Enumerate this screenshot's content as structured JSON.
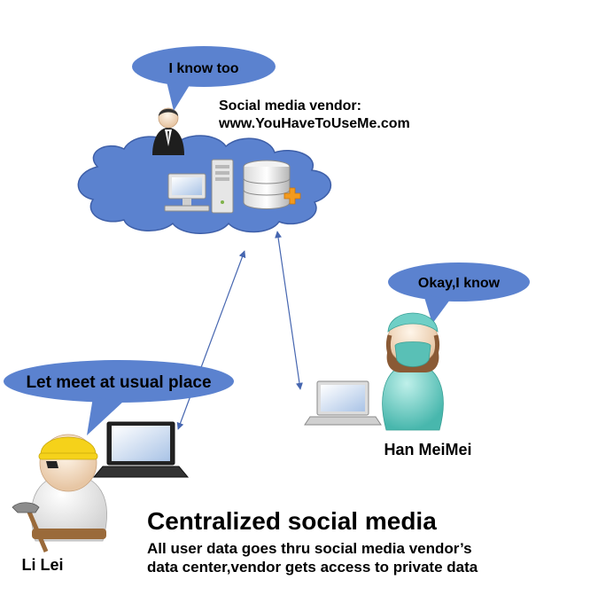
{
  "bubbles": {
    "vendor_admin": "I know too",
    "han_meimei": "Okay,I know",
    "li_lei": "Let meet at usual place"
  },
  "vendor": {
    "title": "Social media vendor:",
    "url": "www.YouHaveToUseMe.com"
  },
  "people": {
    "han_meimei": "Han MeiMei",
    "li_lei": "Li Lei"
  },
  "caption": {
    "title": "Centralized social media",
    "line1": "All user data goes thru social media vendor’s",
    "line2": "data center,vendor gets access to private data"
  },
  "colors": {
    "bubble_fill": "#5b82cf",
    "cloud_fill": "#5b82cf",
    "arrow": "#4666b0",
    "helmet": "#f5d21a",
    "nurse": "#6fcfc6"
  },
  "icons": [
    "admin-person-icon",
    "desktop-computer-icon",
    "server-tower-icon",
    "database-add-icon",
    "laptop-icon",
    "nurse-person-icon",
    "worker-person-icon",
    "hammer-icon"
  ]
}
